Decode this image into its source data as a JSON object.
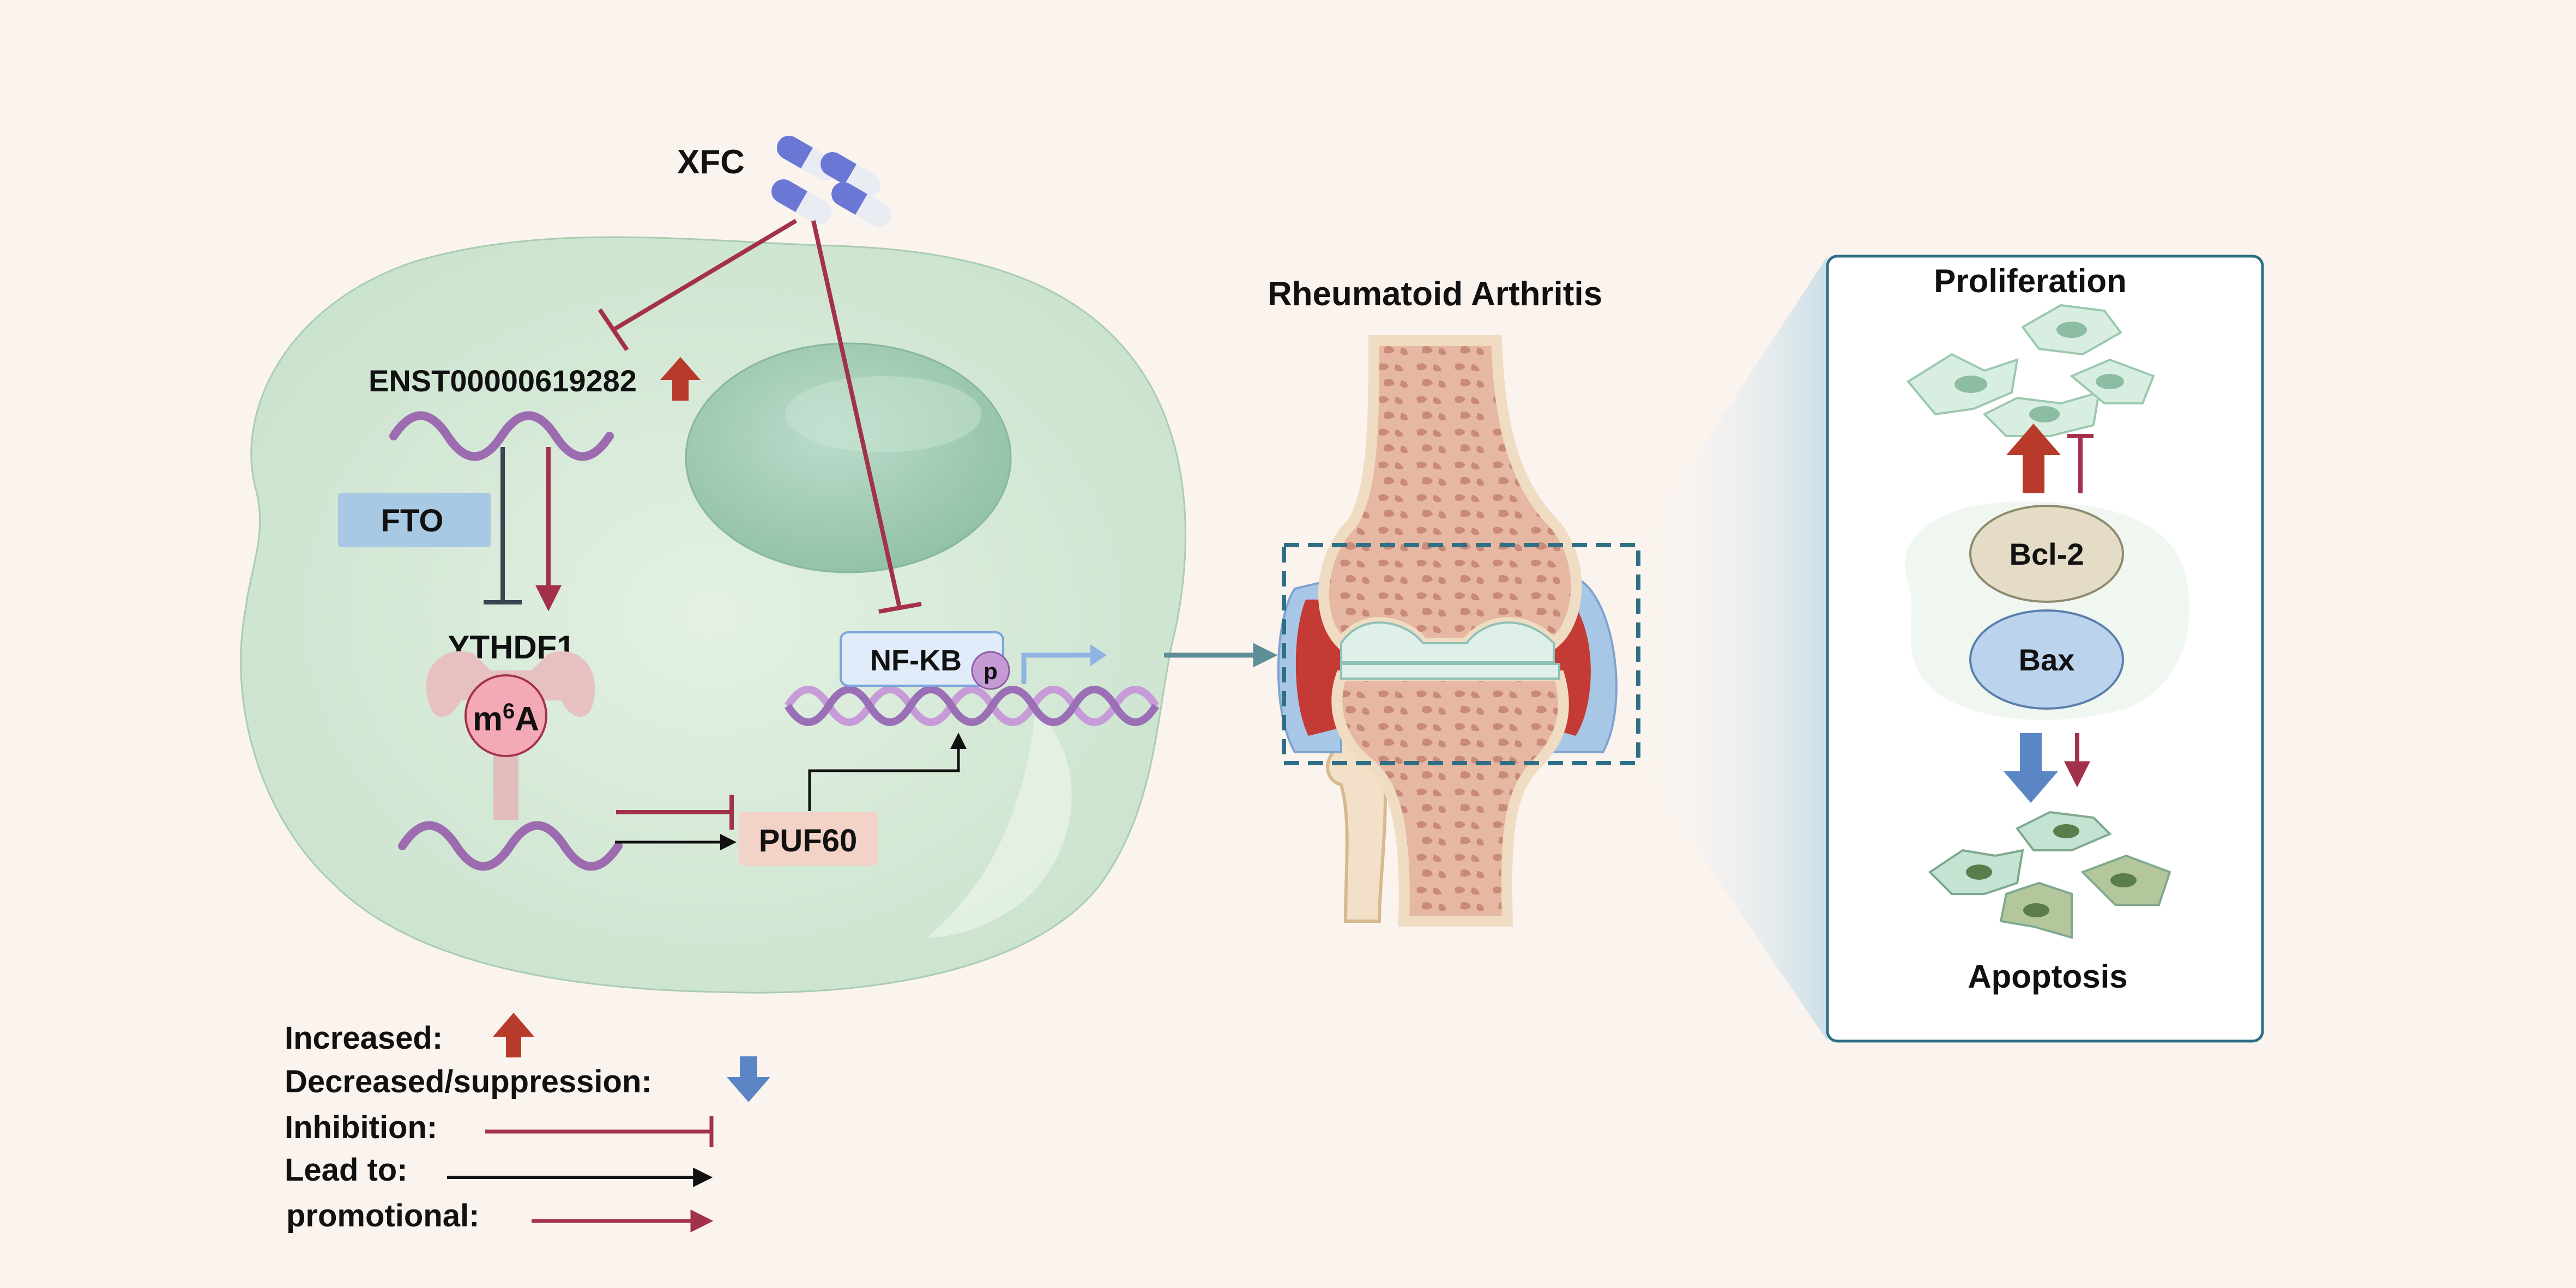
{
  "drug": {
    "label": "XFC"
  },
  "cell": {
    "lncrna_label": "ENST00000619282",
    "fto_label": "FTO",
    "ythdf1_label": "YTHDF1",
    "m6a_base": "m",
    "m6a_sup": "6",
    "m6a_end": "A",
    "puf60_label": "PUF60",
    "nfkb_label": "NF-KB",
    "phospho_label": "p"
  },
  "joint": {
    "title": "Rheumatoid Arthritis"
  },
  "panel": {
    "top_label": "Proliferation",
    "bcl2_label": "Bcl-2",
    "bax_label": "Bax",
    "bottom_label": "Apoptosis"
  },
  "legend": {
    "increased": "Increased:",
    "decreased": "Decreased/suppression:",
    "inhibition": "Inhibition:",
    "lead_to": "Lead to:",
    "promotional": "promotional:"
  },
  "colors": {
    "promote": "#a3314a",
    "lead": "#111111",
    "fto_inhibit": "#3b4452",
    "up_arrow": "#b83a2a",
    "down_arrow": "#5b86c6",
    "cell_fill": "#d6ead9",
    "nucleus_fill": "#a8cfba",
    "dashed_box": "#2e6f86"
  }
}
